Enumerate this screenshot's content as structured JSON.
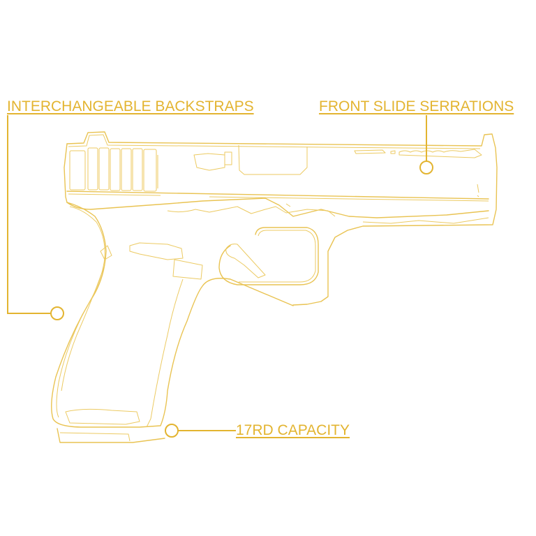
{
  "diagram": {
    "subject": "pistol-side-outline",
    "accent_color": "#e3b430",
    "background_color": "#ffffff"
  },
  "callouts": [
    {
      "id": "backstraps",
      "label": "INTERCHANGEABLE BACKSTRAPS",
      "target": "grip-backstrap"
    },
    {
      "id": "serrations",
      "label": "FRONT SLIDE SERRATIONS",
      "target": "slide-front"
    },
    {
      "id": "capacity",
      "label": "17RD CAPACITY",
      "target": "magazine-base"
    }
  ]
}
